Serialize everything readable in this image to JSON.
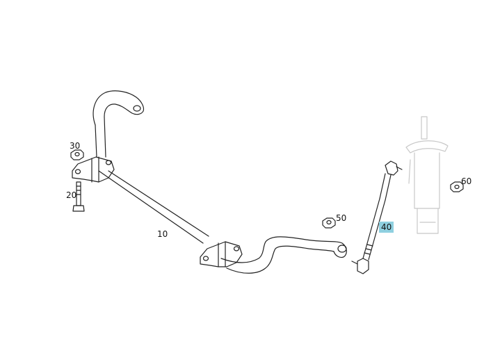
{
  "diagram": {
    "callouts": [
      {
        "id": "stabilizer-bar",
        "label": "10",
        "highlighted": false
      },
      {
        "id": "bolt",
        "label": "20",
        "highlighted": false
      },
      {
        "id": "nut-left",
        "label": "30",
        "highlighted": false
      },
      {
        "id": "link-rod",
        "label": "40",
        "highlighted": true
      },
      {
        "id": "nut-mid",
        "label": "50",
        "highlighted": false
      },
      {
        "id": "nut-right",
        "label": "60",
        "highlighted": false
      }
    ],
    "colors": {
      "line": "#222222",
      "faint": "#c8c8c8",
      "highlight": "#8fd0e0"
    }
  }
}
